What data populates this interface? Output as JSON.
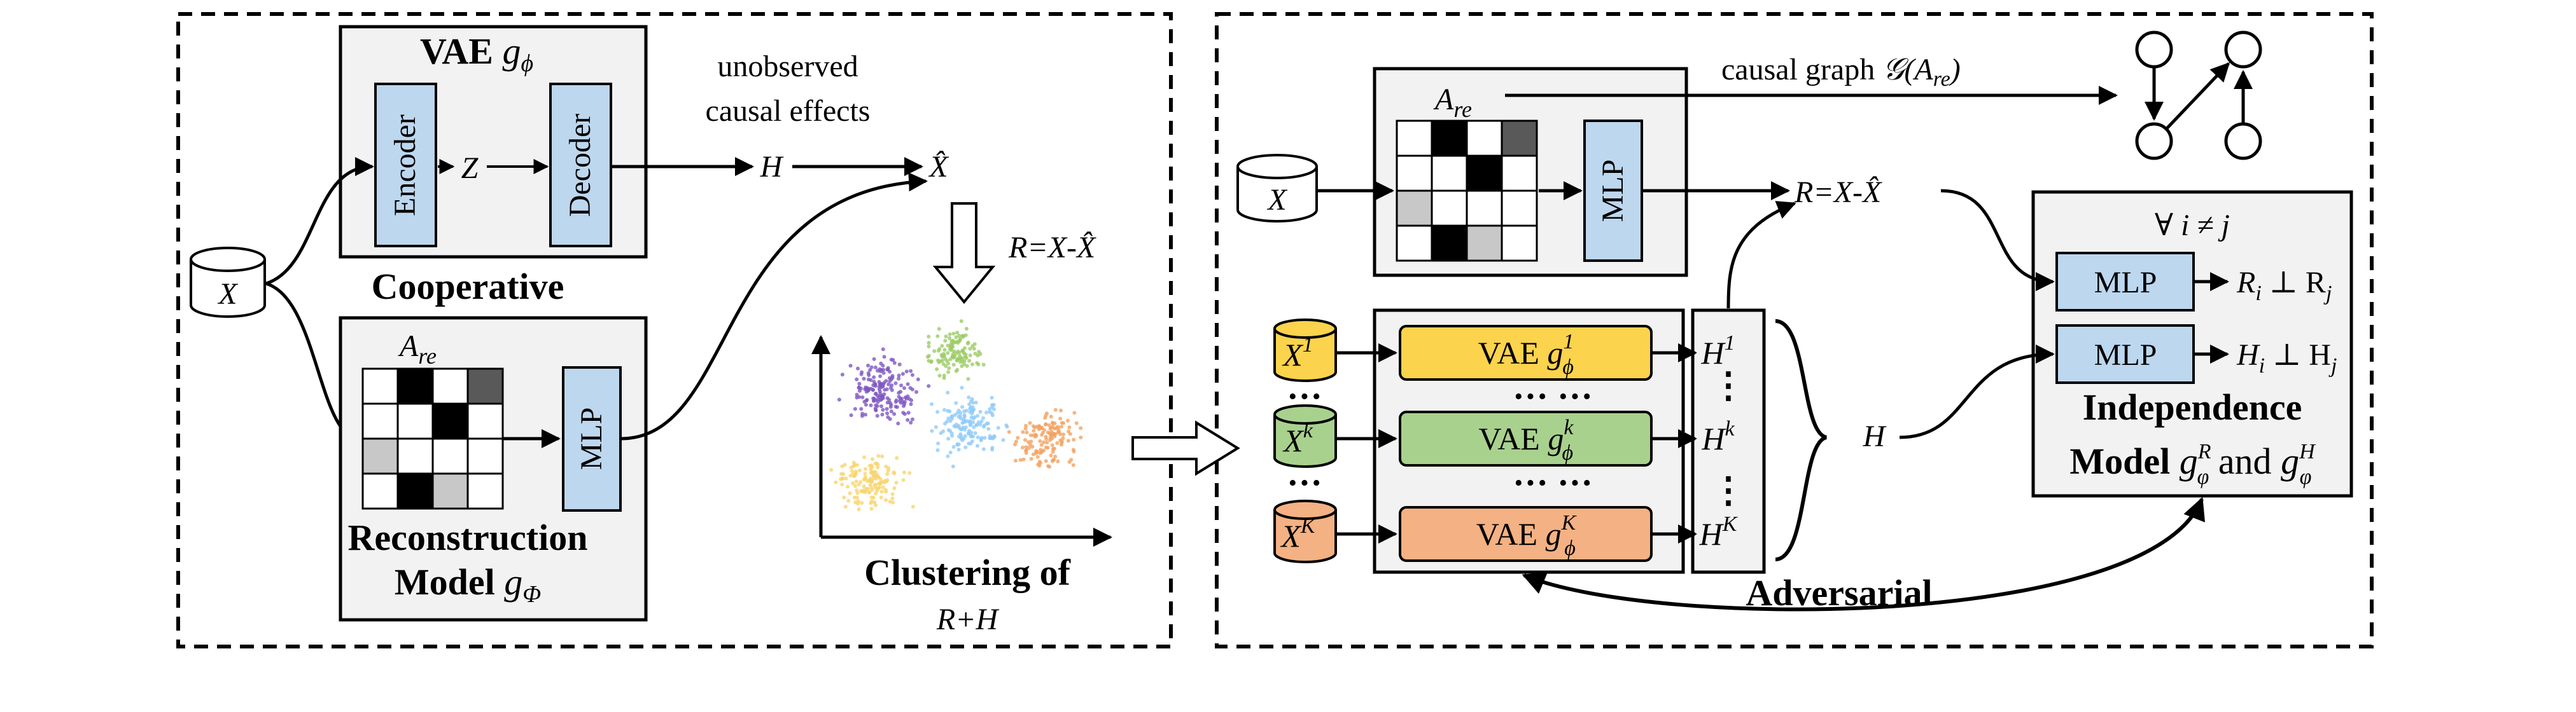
{
  "left_panel": {
    "vae_title": "VAE",
    "vae_symbol": "g",
    "vae_symbol_sub": "ϕ",
    "encoder_label": "Encoder",
    "latent_label": "Z",
    "decoder_label": "Decoder",
    "unobserved_line1": "unobserved",
    "unobserved_line2": "causal  effects",
    "h_label": "H",
    "xhat_label": "X̂",
    "input_x": "X",
    "cooperative_label": "Cooperative",
    "are_label": "A",
    "are_sub": "re",
    "mlp_label": "MLP",
    "recon_line1": "Reconstruction",
    "recon_line2": "Model",
    "recon_symbol": "g",
    "recon_symbol_sub": "Φ",
    "residual_eq": "R=X-X̂",
    "clustering_line1": "Clustering of",
    "clustering_line2": "R+H"
  },
  "right_panel": {
    "causal_graph_label": "causal graph",
    "causal_graph_symbol": "𝒢(A",
    "causal_graph_sub": "re",
    "are_label": "A",
    "are_sub": "re",
    "input_x": "X",
    "mlp_label": "MLP",
    "residual_eq": "R=X-X̂",
    "clusters": [
      {
        "x": "X",
        "sup": "1",
        "vae": "VAE",
        "g_sup": "1",
        "h": "H",
        "h_sup": "1",
        "color": "#fbd34d"
      },
      {
        "x": "X",
        "sup": "k",
        "vae": "VAE",
        "g_sup": "k",
        "h": "H",
        "h_sup": "k",
        "color": "#a9d18e"
      },
      {
        "x": "X",
        "sup": "K",
        "vae": "VAE",
        "g_sup": "K",
        "h": "H",
        "h_sup": "K",
        "color": "#f4b183"
      }
    ],
    "vae_g": "g",
    "vae_g_sub": "ϕ",
    "dots": "··· ···",
    "h_merge": "H",
    "forall": "∀ i ≠ j",
    "indep_r": "R",
    "indep_r_eq": "⊥ R",
    "indep_h": "H",
    "indep_h_eq": "⊥ H",
    "sub_i": "i",
    "sub_j": "j",
    "indep_line1": "Independence",
    "indep_line2": "Model",
    "indep_g": "g",
    "indep_sup_r": "R",
    "indep_sup_h": "H",
    "indep_sub": "φ",
    "and_label": "and",
    "adversarial_label": "Adversarial"
  },
  "colors": {
    "blue_box": "#bdd7ee",
    "panel_fill": "#f2f2f2",
    "matrix_black": "#000000",
    "matrix_gray": "#c8c8c8",
    "matrix_dark": "#595959"
  }
}
